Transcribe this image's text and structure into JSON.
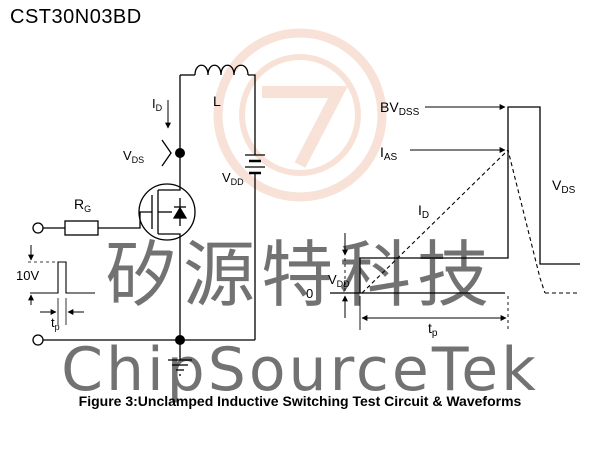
{
  "part_number": "CST30N03BD",
  "caption": "Figure 3:Unclamped Inductive Switching Test Circuit & Waveforms",
  "circuit": {
    "id_label": "I",
    "id_sub": "D",
    "l_label": "L",
    "vds_label": "V",
    "vds_sub": "DS",
    "vdd_label": "V",
    "vdd_sub": "DD",
    "rg_label": "R",
    "rg_sub": "G",
    "pulse_amp": "10V",
    "tp_label": "t",
    "tp_sub": "p"
  },
  "waveform": {
    "bvdss_label": "BV",
    "bvdss_sub": "DSS",
    "ias_label": "I",
    "ias_sub": "AS",
    "id_label": "I",
    "id_sub": "D",
    "vds_label": "V",
    "vds_sub": "DS",
    "vdd_label": "V",
    "vdd_sub": "DD",
    "zero_label": "0",
    "tp_label": "t",
    "tp_sub": "p"
  },
  "watermark": {
    "cn_text": "矽源特科技",
    "en_text": "ChipSourceTek",
    "color": "#f4c9b8"
  },
  "colors": {
    "line": "#000000",
    "background": "#ffffff"
  }
}
